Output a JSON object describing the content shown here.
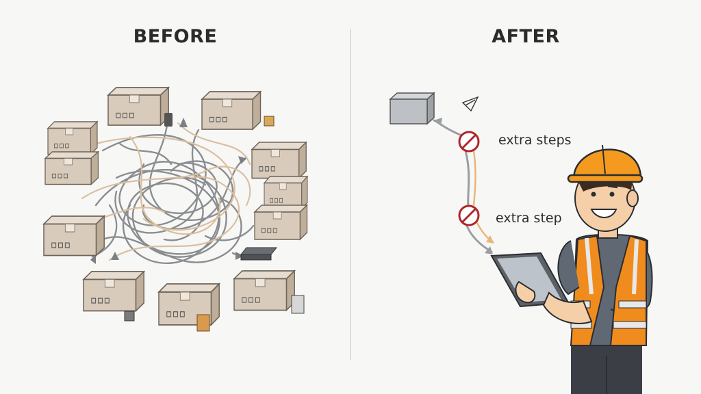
{
  "before": {
    "title": "BEFORE"
  },
  "after": {
    "title": "AFTER",
    "annotations": [
      {
        "label": "extra steps"
      },
      {
        "label": "extra step"
      }
    ]
  },
  "colors": {
    "box": "#d8cbbb",
    "box_dark": "#bfae99",
    "tangle_gray": "#8a8d91",
    "tangle_tan": "#d9c0a0",
    "prohibited_red": "#b0262a",
    "helmet_orange": "#f39a1f",
    "vest_orange": "#f08c1e"
  }
}
